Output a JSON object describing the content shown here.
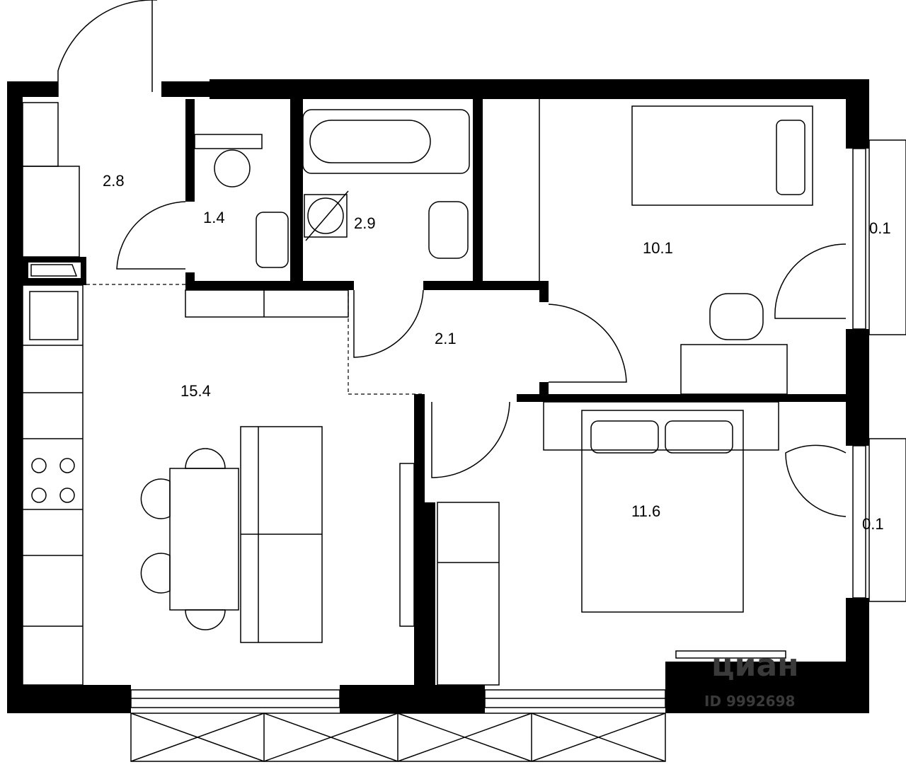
{
  "plan": {
    "rooms": [
      {
        "id": "hallway",
        "area": "2.8"
      },
      {
        "id": "toilet",
        "area": "1.4"
      },
      {
        "id": "bathroom",
        "area": "2.9"
      },
      {
        "id": "bedroom-1",
        "area": "10.1"
      },
      {
        "id": "balcony-1",
        "area": "0.1"
      },
      {
        "id": "corridor",
        "area": "2.1"
      },
      {
        "id": "kitchen-living",
        "area": "15.4"
      },
      {
        "id": "bedroom-2",
        "area": "11.6"
      },
      {
        "id": "balcony-2",
        "area": "0.1"
      }
    ],
    "colors": {
      "walls": "#000000",
      "background": "#ffffff"
    }
  },
  "watermark": {
    "brand": "циан",
    "id": "ID 9992698"
  }
}
